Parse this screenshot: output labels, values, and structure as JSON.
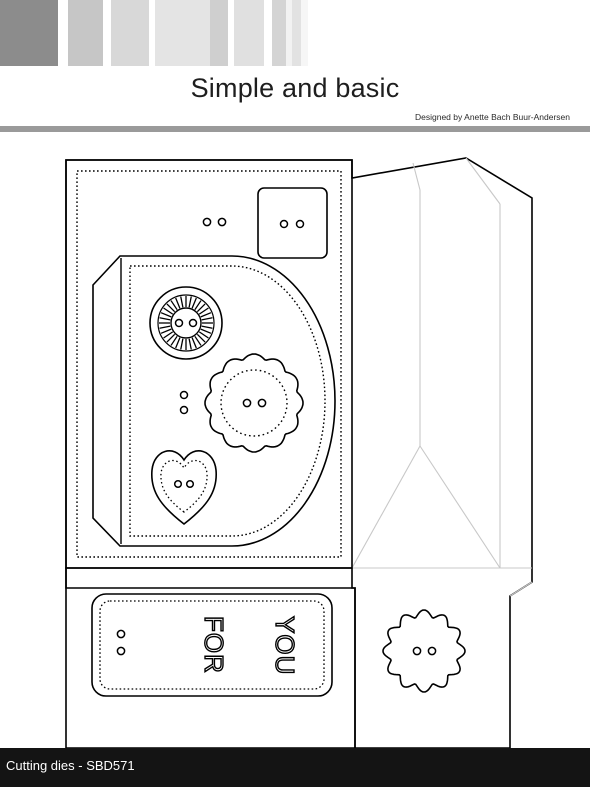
{
  "header": {
    "brand": "Simple and basic",
    "designer": "Designed by Anette Bach Buur-Andersen"
  },
  "die": {
    "tag_text_line1": "FOR",
    "tag_text_line2": "YOU"
  },
  "footer": {
    "product": "Cutting dies - SBD571"
  },
  "colors": {
    "outline": "#000000",
    "fold_line": "#c8c8c8",
    "footer_bg": "#141414",
    "divider": "#9a9a9a"
  }
}
